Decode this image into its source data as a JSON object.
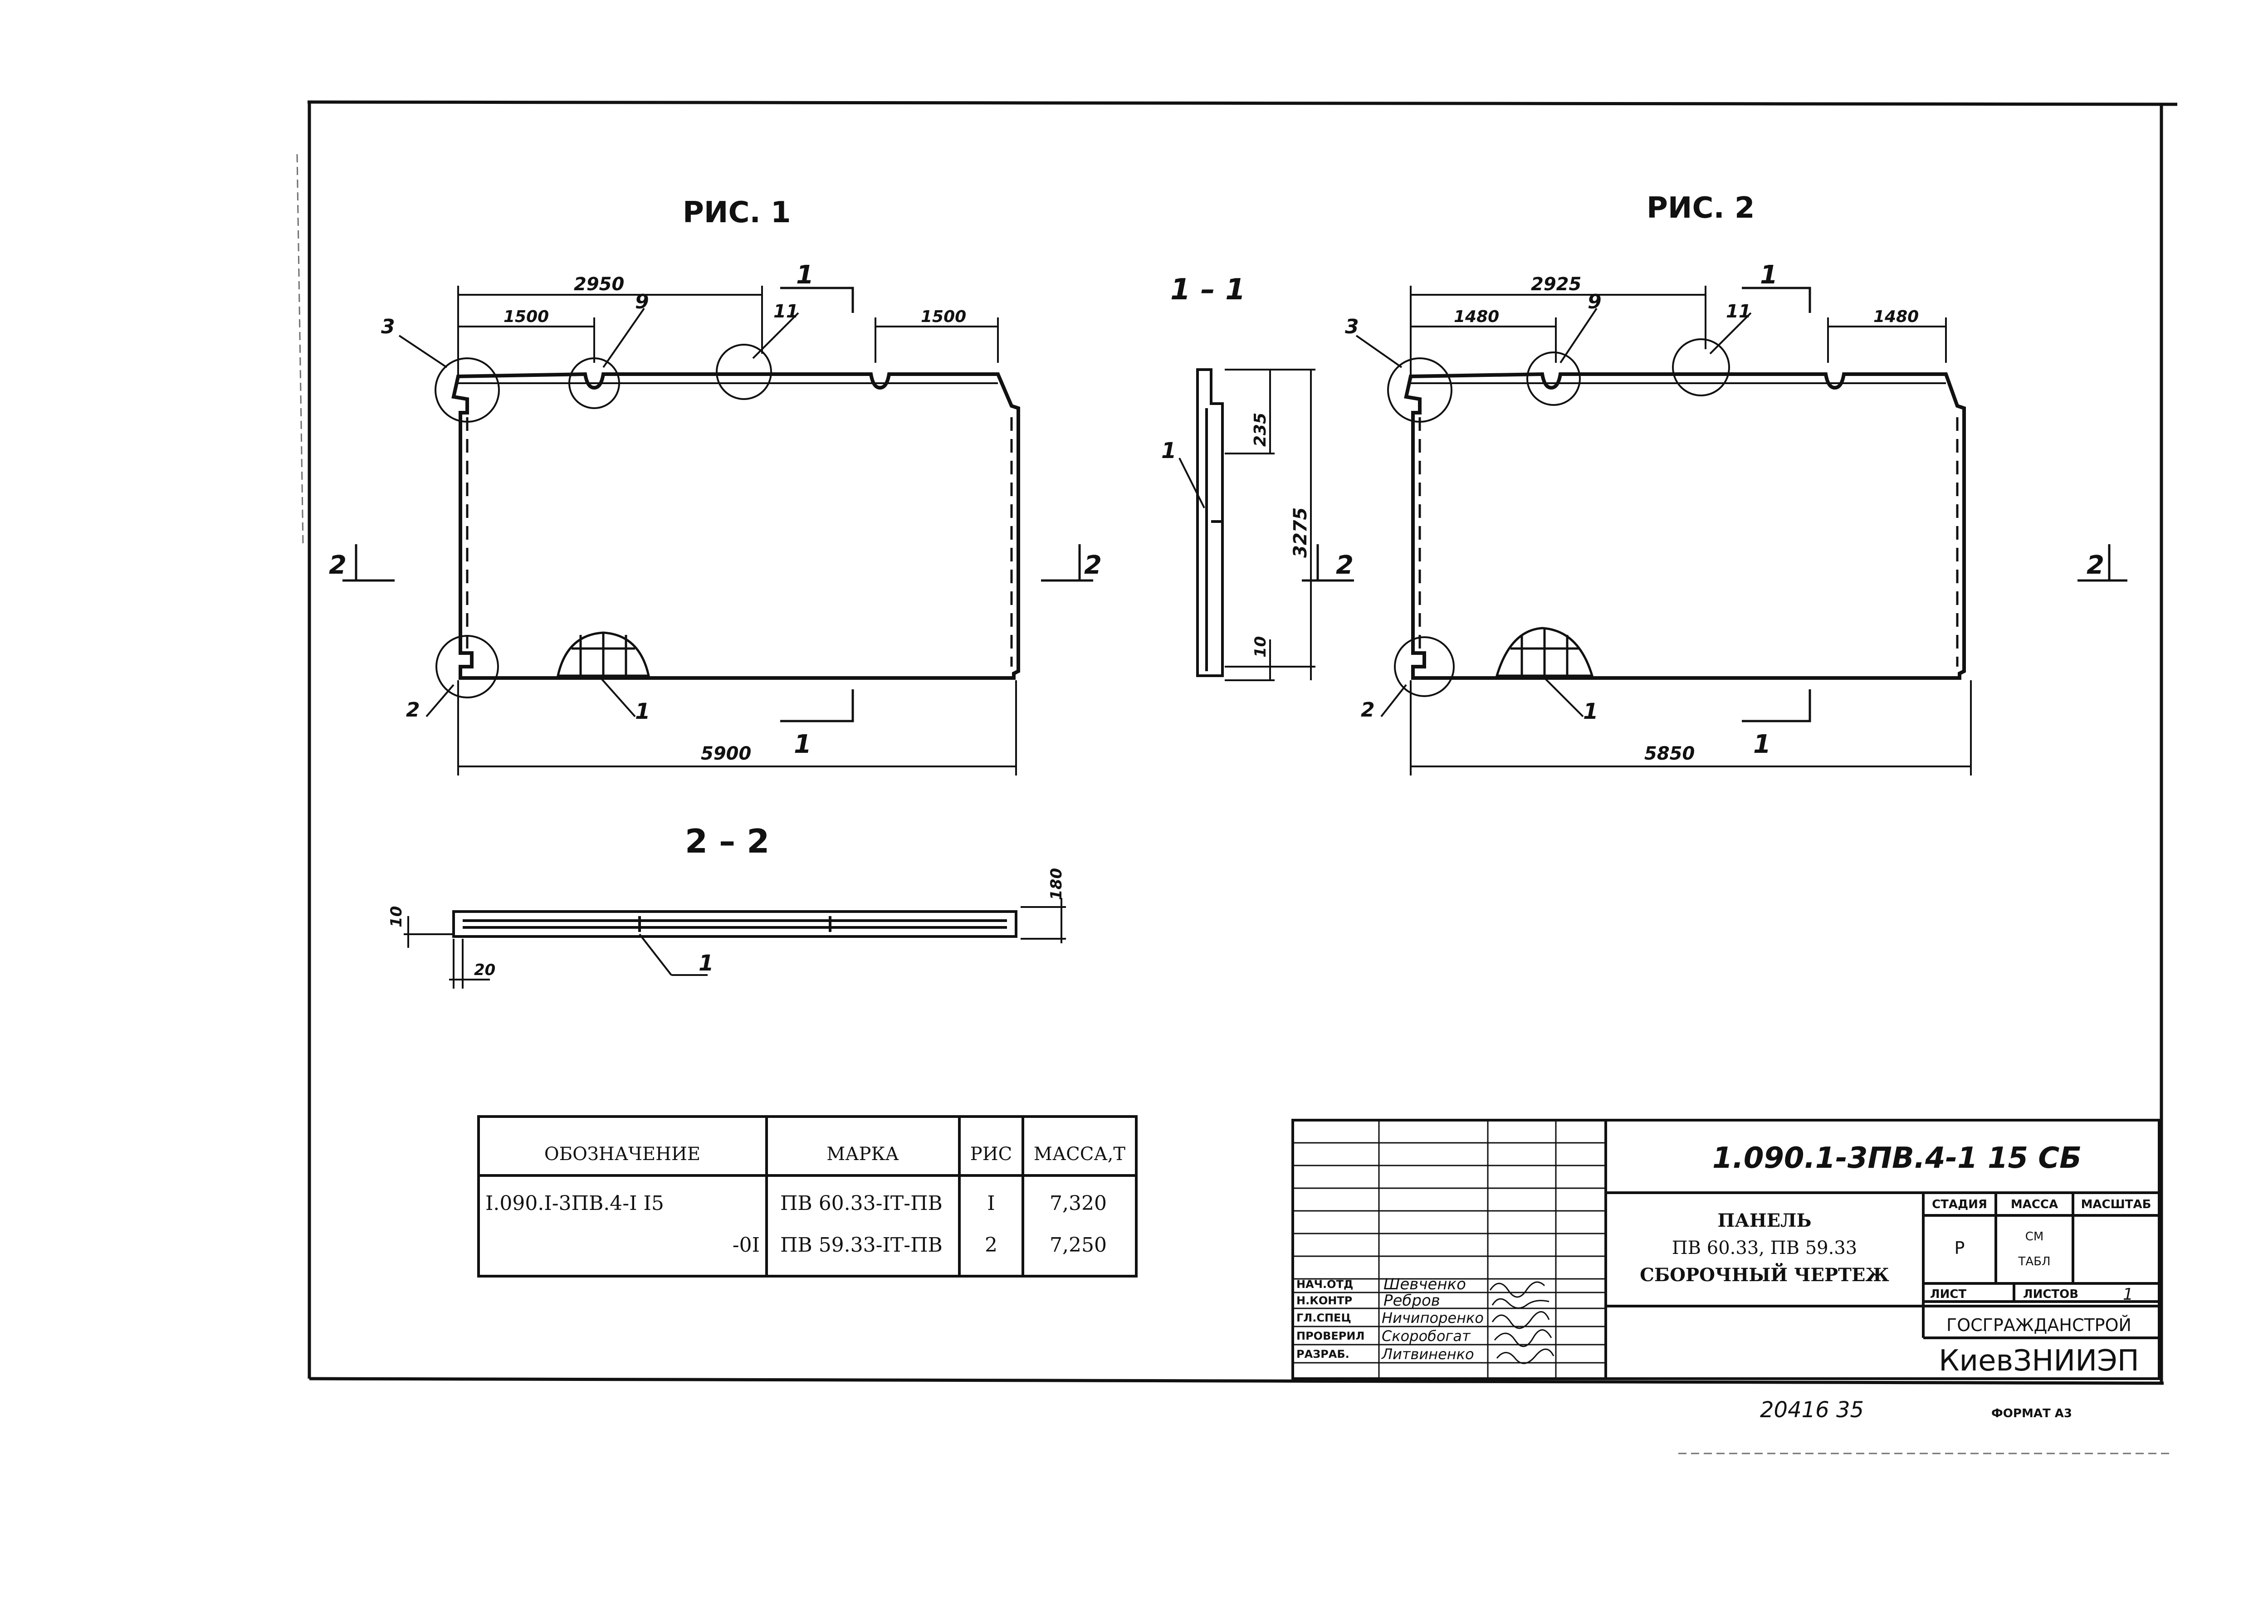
{
  "figures": {
    "fig1": {
      "title": "РИС. 1",
      "dim_top": "2950",
      "dim_left": "1500",
      "dim_right": "1500",
      "dim_bottom": "5900",
      "callouts": [
        "3",
        "9",
        "11",
        "2",
        "1"
      ],
      "cut_1": "1",
      "cut_2": "2"
    },
    "fig2": {
      "title": "РИС. 2",
      "dim_top": "2925",
      "dim_left": "1480",
      "dim_right": "1480",
      "dim_bottom": "5850",
      "callouts": [
        "3",
        "9",
        "11",
        "2",
        "1"
      ],
      "cut_1": "1",
      "cut_2": "2"
    },
    "section_1_1": {
      "title": "1 – 1",
      "dim_a": "235",
      "dim_b": "3275",
      "dim_c": "10",
      "callout": "1"
    },
    "section_2_2": {
      "title": "2 – 2",
      "dim_a": "10",
      "dim_b": "180",
      "dim_c": "20",
      "callout": "1"
    }
  },
  "spec_table": {
    "headers": [
      "ОБОЗНАЧЕНИЕ",
      "МАРКА",
      "РИС",
      "МАССА,Т"
    ],
    "rows": [
      [
        "I.090.I-3ПВ.4-I I5",
        "ПВ 60.33-IТ-ПВ",
        "I",
        "7,320"
      ],
      [
        "-0I",
        "ПВ 59.33-IТ-ПВ",
        "2",
        "7,250"
      ]
    ]
  },
  "title_block": {
    "doc_code": "1.090.1-3ПВ.4-1    15 СБ",
    "name_line1": "ПАНЕЛЬ",
    "name_line2": "ПВ 60.33, ПВ 59.33",
    "name_line3": "СБОРОЧНЫЙ ЧЕРТЕЖ",
    "stage_header": "СТАДИЯ",
    "mass_header": "МАССА",
    "scale_header": "МАСШТАБ",
    "stage_value": "Р",
    "mass_value_1": "СМ",
    "mass_value_2": "ТАБЛ",
    "sheet_label": "ЛИСТ",
    "sheets_label": "ЛИСТОВ",
    "sheets_value": "1",
    "org_1": "ГОСГРАЖДАНСТРОЙ",
    "org_2": "КиевЗНИИЭП",
    "roles": [
      {
        "role": "НАЧ.ОТД",
        "name": "Шевченко"
      },
      {
        "role": "Н.КОНТР",
        "name": "Ребров"
      },
      {
        "role": "ГЛ.СПЕЦ",
        "name": "Ничипоренко"
      },
      {
        "role": "ПРОВЕРИЛ",
        "name": "Скоробогат"
      },
      {
        "role": "РАЗРАБ.",
        "name": "Литвиненко"
      }
    ]
  },
  "footer": {
    "stamp": "20416   35",
    "format": "ФОРМАТ А3"
  }
}
